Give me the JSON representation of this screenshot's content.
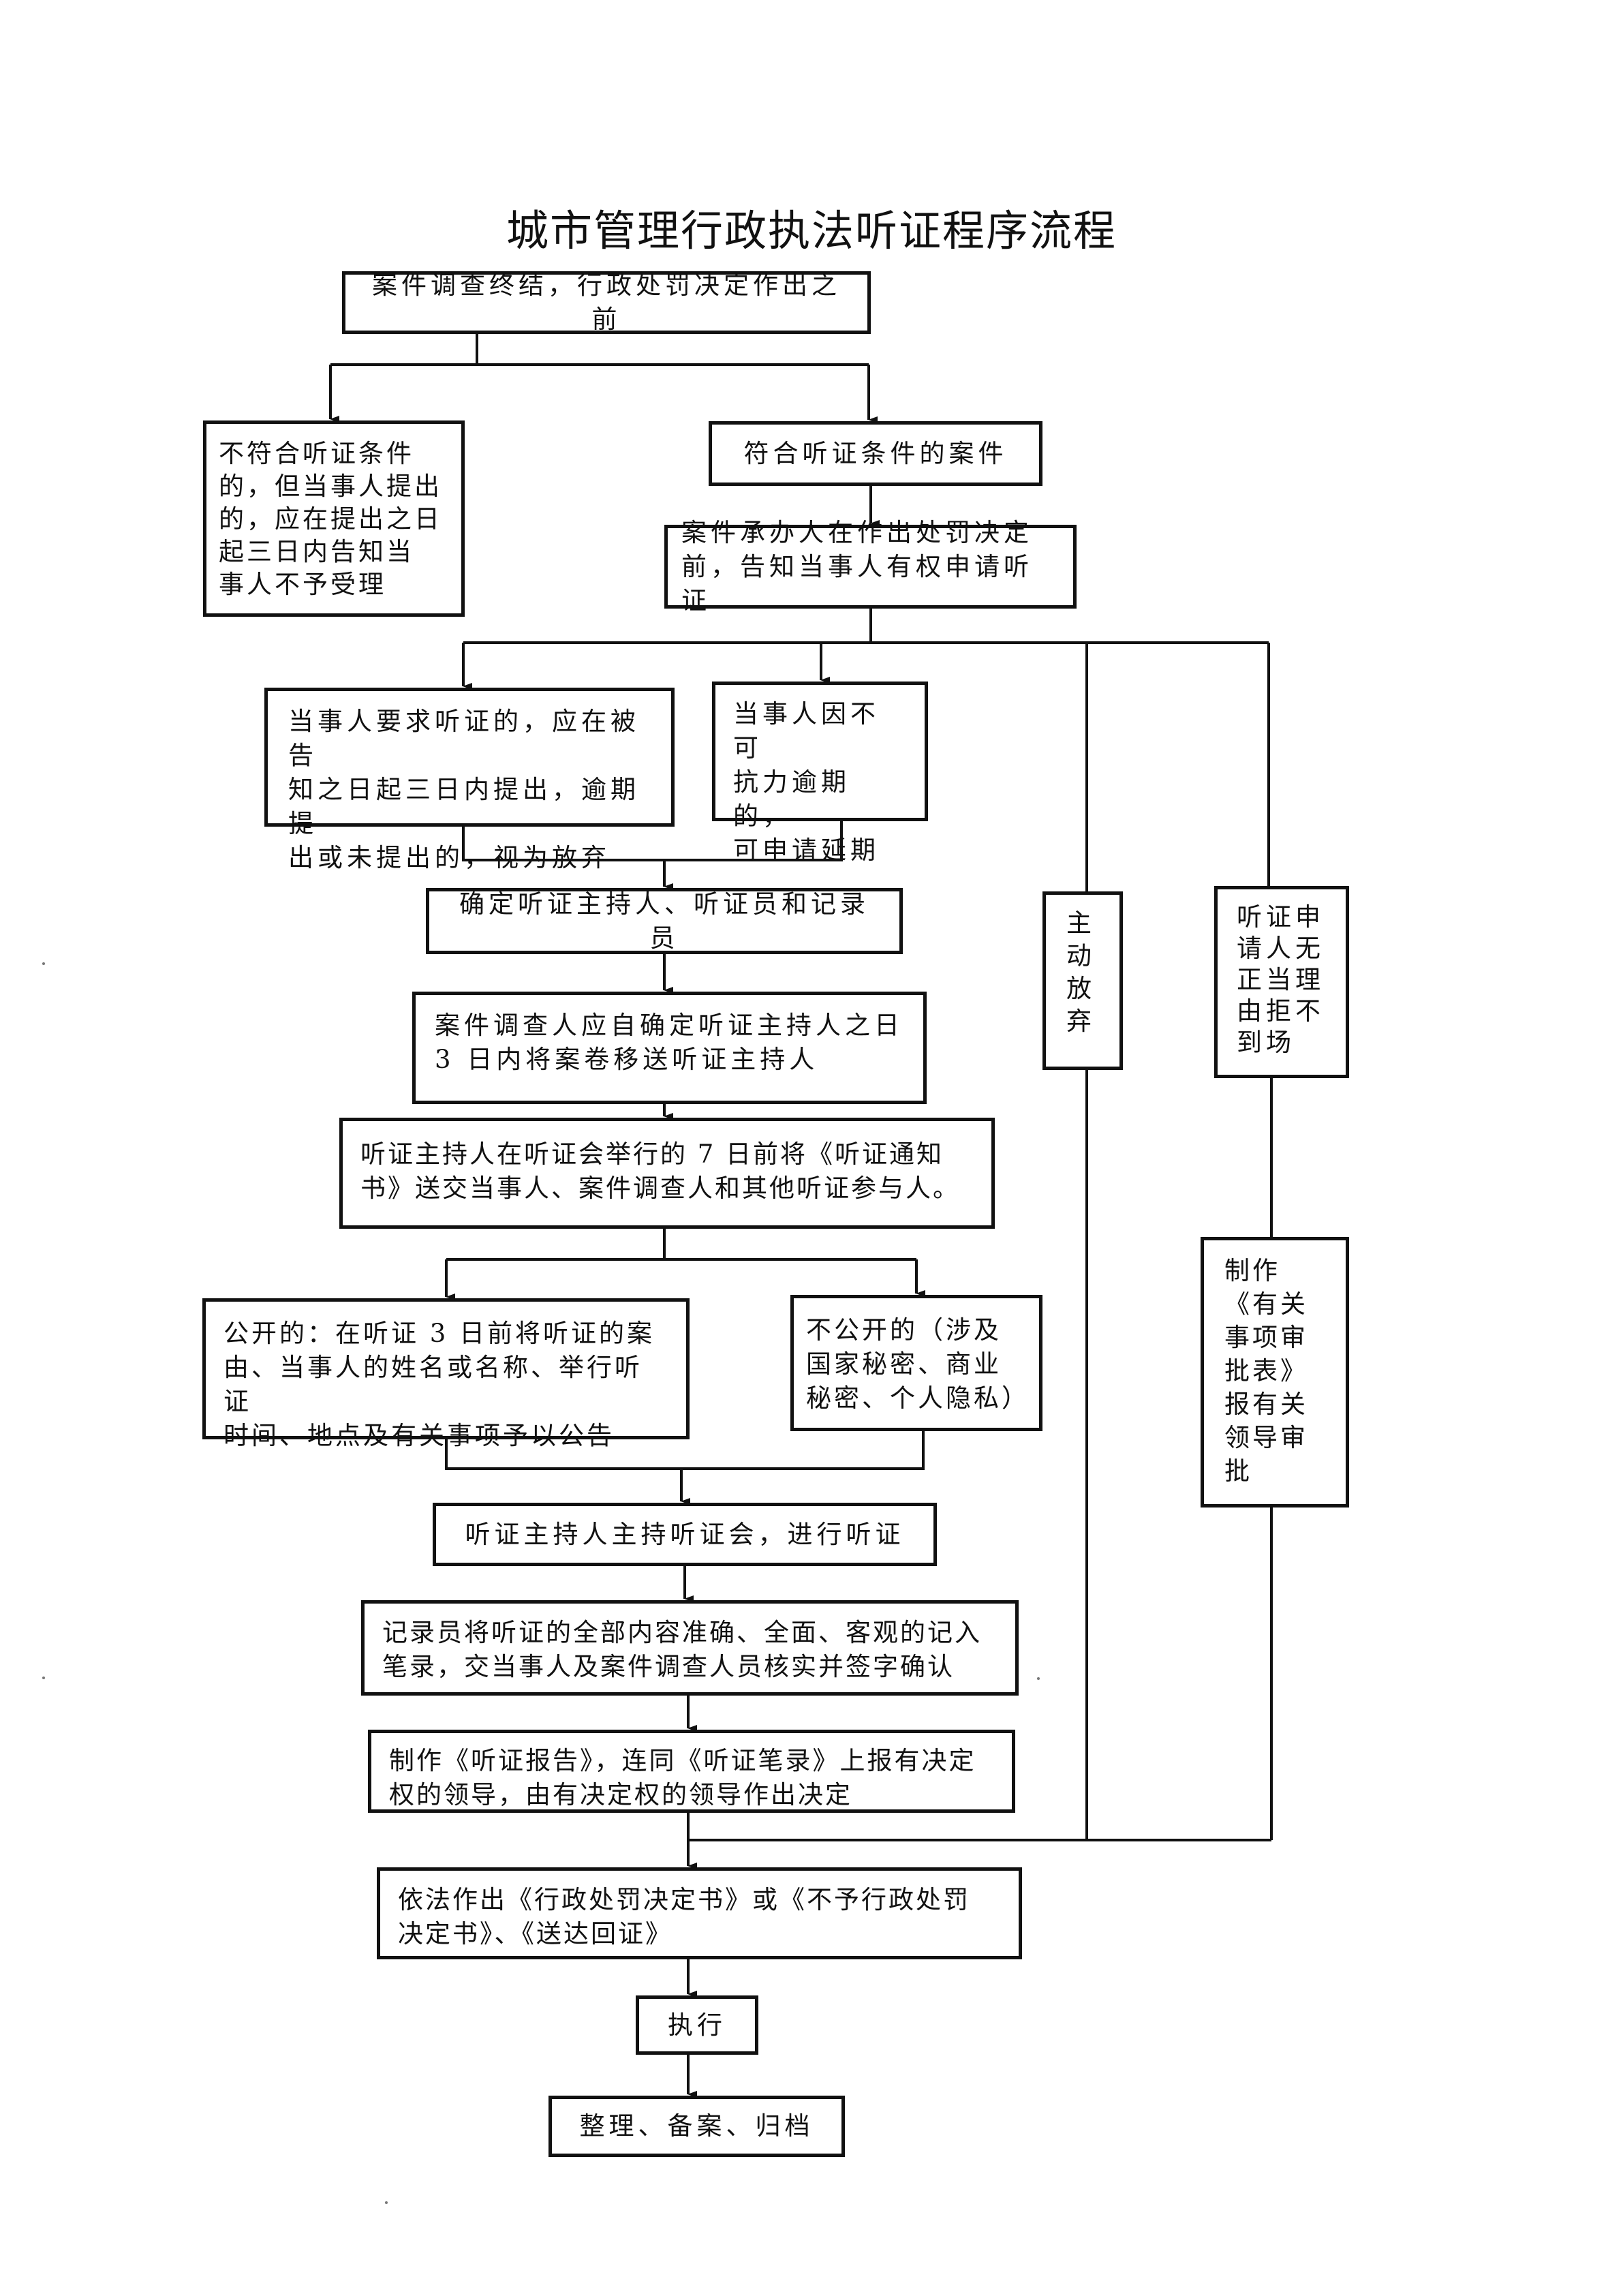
{
  "title": "城市管理行政执法听证程序流程",
  "steps": {
    "start": "案件调查终结，行政处罚决定作出之前",
    "not_eligible": "不符合听证条件\n的，但当事人提出\n的，应在提出之日\n起三日内告知当\n事人不予受理",
    "eligible": "符合听证条件的案件",
    "notify_right": "案件承办人在作出处罚决定\n前，告知当事人有权申请听证",
    "request_deadline": "当事人要求听证的，应在被告\n知之日起三日内提出，逾期提\n出或未提出的，视为放弃",
    "force_majeure": "当事人因不可\n抗力逾期的，\n可申请延期",
    "voluntary_waiver": "主\n动\n放\n弃",
    "no_show": "听证申\n请人无\n正当理\n由拒不\n到场",
    "appoint_staff": "确定听证主持人、听证员和记录员",
    "transfer_file": "案件调查人应自确定听证主持人之日\n3 日内将案卷移送听证主持人",
    "send_notice": "听证主持人在听证会举行的 7 日前将《听证通知\n书》送交当事人、案件调查人和其他听证参与人。",
    "public_hearing": "公开的：在听证 3 日前将听证的案\n由、当事人的姓名或名称、举行听证\n时间、地点及有关事项予以公告",
    "non_public_hearing": "不公开的（涉及\n国家秘密、商业\n秘密、个人隐私）",
    "approval_form": "制作\n《有关\n事项审\n批表》\n报有关\n领导审\n批",
    "conduct_hearing": "听证主持人主持听证会，进行听证",
    "record_minutes": "记录员将听证的全部内容准确、全面、客观的记入\n笔录，交当事人及案件调查人员核实并签字确认",
    "hearing_report": "制作《听证报告》，连同《听证笔录》上报有决定\n权的领导，由有决定权的领导作出决定",
    "issue_decision": "依法作出《行政处罚决定书》或《不予行政处罚\n决定书》、《送达回证》",
    "execute": "执行",
    "archive": "整理、备案、归档"
  },
  "colors": {
    "line": "#111111",
    "background": "#ffffff"
  }
}
